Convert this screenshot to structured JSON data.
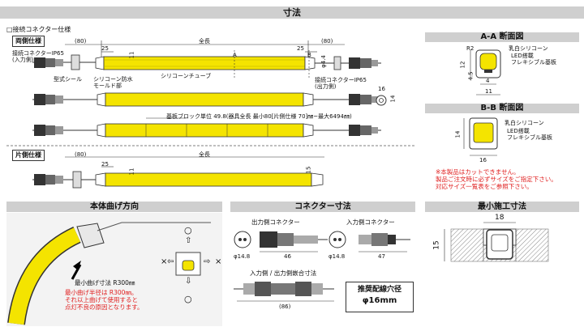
{
  "header": {
    "title": "寸法"
  },
  "connector_spec": {
    "heading": "□接続コネクター仕様",
    "double_label": "両側仕様",
    "single_label": "片側仕様"
  },
  "double": {
    "dim_left_80": "(80)",
    "dim_right_80": "(80)",
    "dim_25_left": "25",
    "dim_25_right": "25",
    "dim_overall": "全長",
    "dim_11": "11",
    "dim_phi44": "φ4.4",
    "dim_16": "16",
    "dim_14": "14",
    "section_a": "A",
    "section_b": "B",
    "input_connector": "接続コネクターIP65\n(入力側)",
    "mold_seal": "型式シール",
    "silicone_mold": "シリコーン防水\nモールド部",
    "silicone_tube": "シリコーンチューブ",
    "output_connector": "接続コネクターIP65\n(出力側)",
    "block_note": "基板ブロック単位 49.8(器具全長 最小80[片側仕様 70]㎜~最大6494㎜)"
  },
  "single": {
    "dim_80": "(80)",
    "dim_25": "25",
    "dim_overall": "全長",
    "dim_11": "11",
    "dim_15": "15"
  },
  "aa_section": {
    "title": "A-A 断面図",
    "r2": "R2",
    "dim_12": "12",
    "dim_45": "4.5",
    "dim_4": "4",
    "dim_11": "11",
    "label_silicone": "乳白シリコーン",
    "label_led": "LED搭載\nフレキシブル基板"
  },
  "bb_section": {
    "title": "B-B 断面図",
    "dim_14": "14",
    "dim_16": "16",
    "label_silicone": "乳白シリコーン",
    "label_led": "LED搭載\nフレキシブル基板"
  },
  "notice": "※本製品はカットできません。\n製品ご注文時に必ずサイズをご指定下さい。\n対応サイズ一覧表をご参照下さい。",
  "bend": {
    "title": "本体曲げ方向",
    "min_radius": "最小曲げ寸法 R300㎜",
    "warning": "最小曲げ半径は R300㎜。\nそれ以上曲げて使用すると\n点灯不良の原因となります。",
    "ok_mark": "○",
    "ng_mark": "×"
  },
  "connector_dims": {
    "title": "コネクター寸法",
    "output": "出力側コネクター",
    "input": "入力側コネクター",
    "phi_out": "φ14.8",
    "phi_in": "φ14.8",
    "len_out": "46",
    "len_in": "47",
    "mated_label": "入力側 / 出力側嵌合寸法",
    "mated_len": "(86)",
    "hole_title": "推奨配線穴径",
    "hole_value": "φ16mm"
  },
  "min_install": {
    "title": "最小施工寸法",
    "width": "18",
    "depth": "15"
  },
  "colors": {
    "led": "#f4e400",
    "bar": "#cfcfcf",
    "warn": "#e02020"
  }
}
